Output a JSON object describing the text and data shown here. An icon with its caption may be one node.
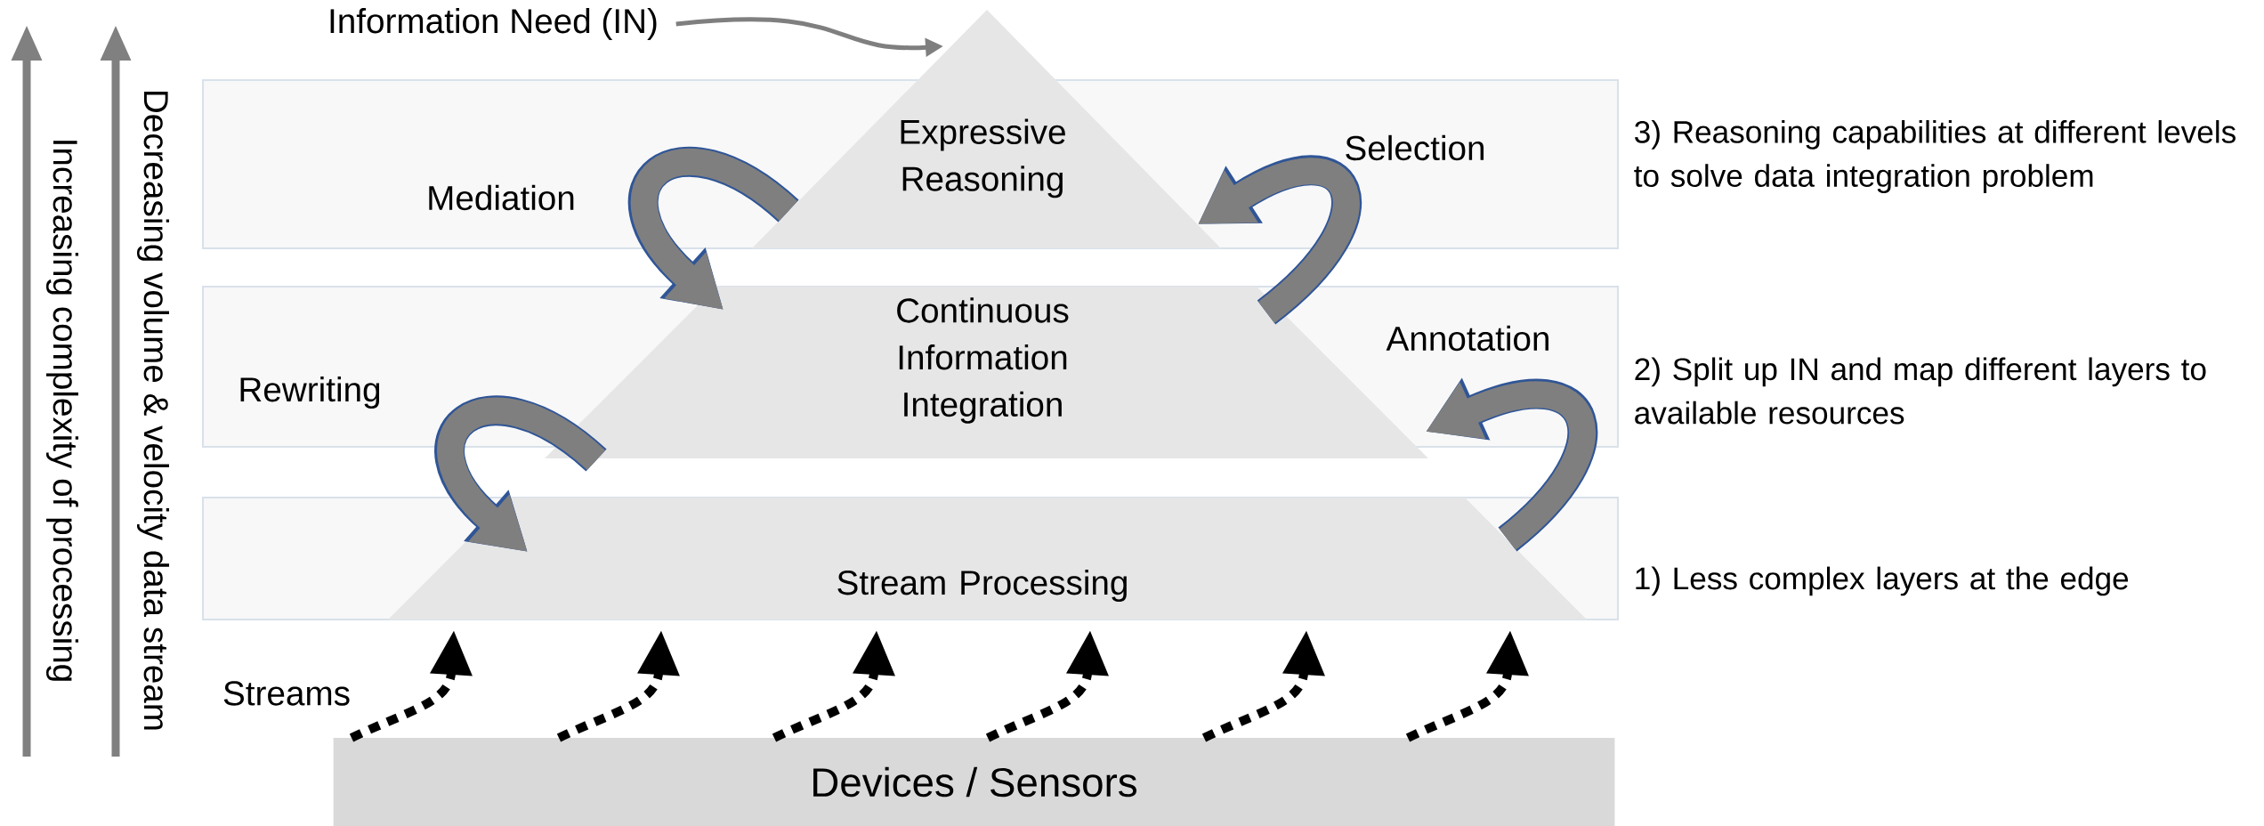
{
  "diagram": {
    "nodes": [
      {
        "text": [
          "Information Need (IN)"
        ]
      },
      {
        "text": [
          "Expressive Reasoning"
        ]
      },
      {
        "text": [
          "Continuous Information Integration"
        ]
      },
      {
        "text": [
          "Stream Processing"
        ]
      },
      {
        "text": [
          "Devices / Sensors"
        ]
      }
    ],
    "edges": [
      {
        "from": 0,
        "to": 1,
        "arrow": "to",
        "color": "#7f7f7f"
      },
      {
        "from": 1,
        "to": 2,
        "arrow": "to",
        "label": "Mediation",
        "style": "thick",
        "color": "#2f5597"
      },
      {
        "from": 2,
        "to": 1,
        "arrow": "to",
        "label": "Selection",
        "style": "thick",
        "color": "#2f5597"
      },
      {
        "from": 2,
        "to": 3,
        "arrow": "to",
        "label": "Rewriting",
        "style": "thick",
        "color": "#2f5597"
      },
      {
        "from": 3,
        "to": 2,
        "arrow": "to",
        "label": "Annotation",
        "style": "thick",
        "color": "#2f5597"
      },
      {
        "from": 4,
        "to": 3,
        "arrow": "to",
        "style": "dashed"
      },
      {
        "from": 4,
        "to": 3,
        "arrow": "to",
        "style": "dashed"
      },
      {
        "from": 4,
        "to": 3,
        "arrow": "to",
        "style": "dashed"
      },
      {
        "from": 4,
        "to": 3,
        "arrow": "to",
        "style": "dashed"
      },
      {
        "from": 4,
        "to": 3,
        "arrow": "to",
        "style": "dashed"
      },
      {
        "from": 4,
        "to": 3,
        "arrow": "to",
        "style": "dashed"
      }
    ],
    "labels": [
      "Increasing complexity of processing",
      "Decreasing volume & velocity data stream",
      "Streams",
      "3) Reasoning capabilities at different levels to solve data integration problem",
      "2) Split up IN and map different layers to available resources",
      "1) Less complex layers at the edge"
    ]
  }
}
